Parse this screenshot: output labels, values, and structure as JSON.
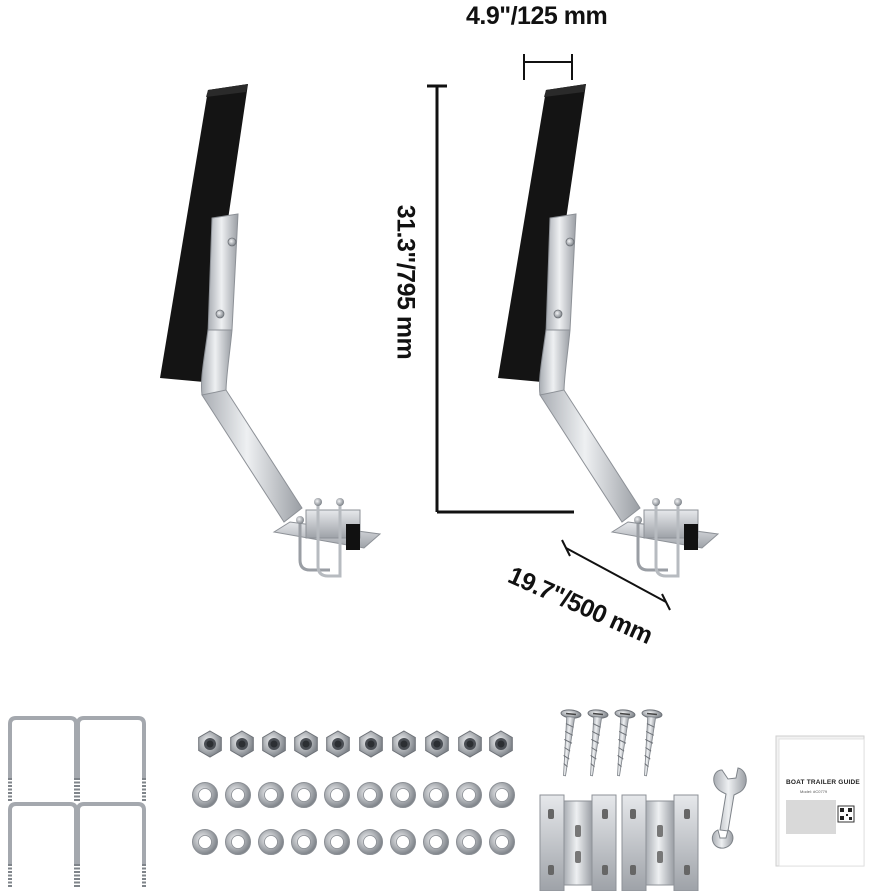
{
  "dimensions": {
    "width": "4.9\"/125 mm",
    "height": "31.3\"/795 mm",
    "length": "19.7\"/500 mm"
  },
  "manual": {
    "title": "BOAT TRAILER GUIDE",
    "model": "Model: #C0779"
  },
  "colors": {
    "bunk": "#141414",
    "steel": "#c9ccd0",
    "steel_dark": "#8d9197",
    "line": "#111111"
  },
  "parts": {
    "u_bolt_count": 4,
    "nut_count": 10,
    "washer_count": 20,
    "screw_count": 4,
    "bracket_count": 2,
    "wrench_count": 1,
    "manual_count": 1
  }
}
